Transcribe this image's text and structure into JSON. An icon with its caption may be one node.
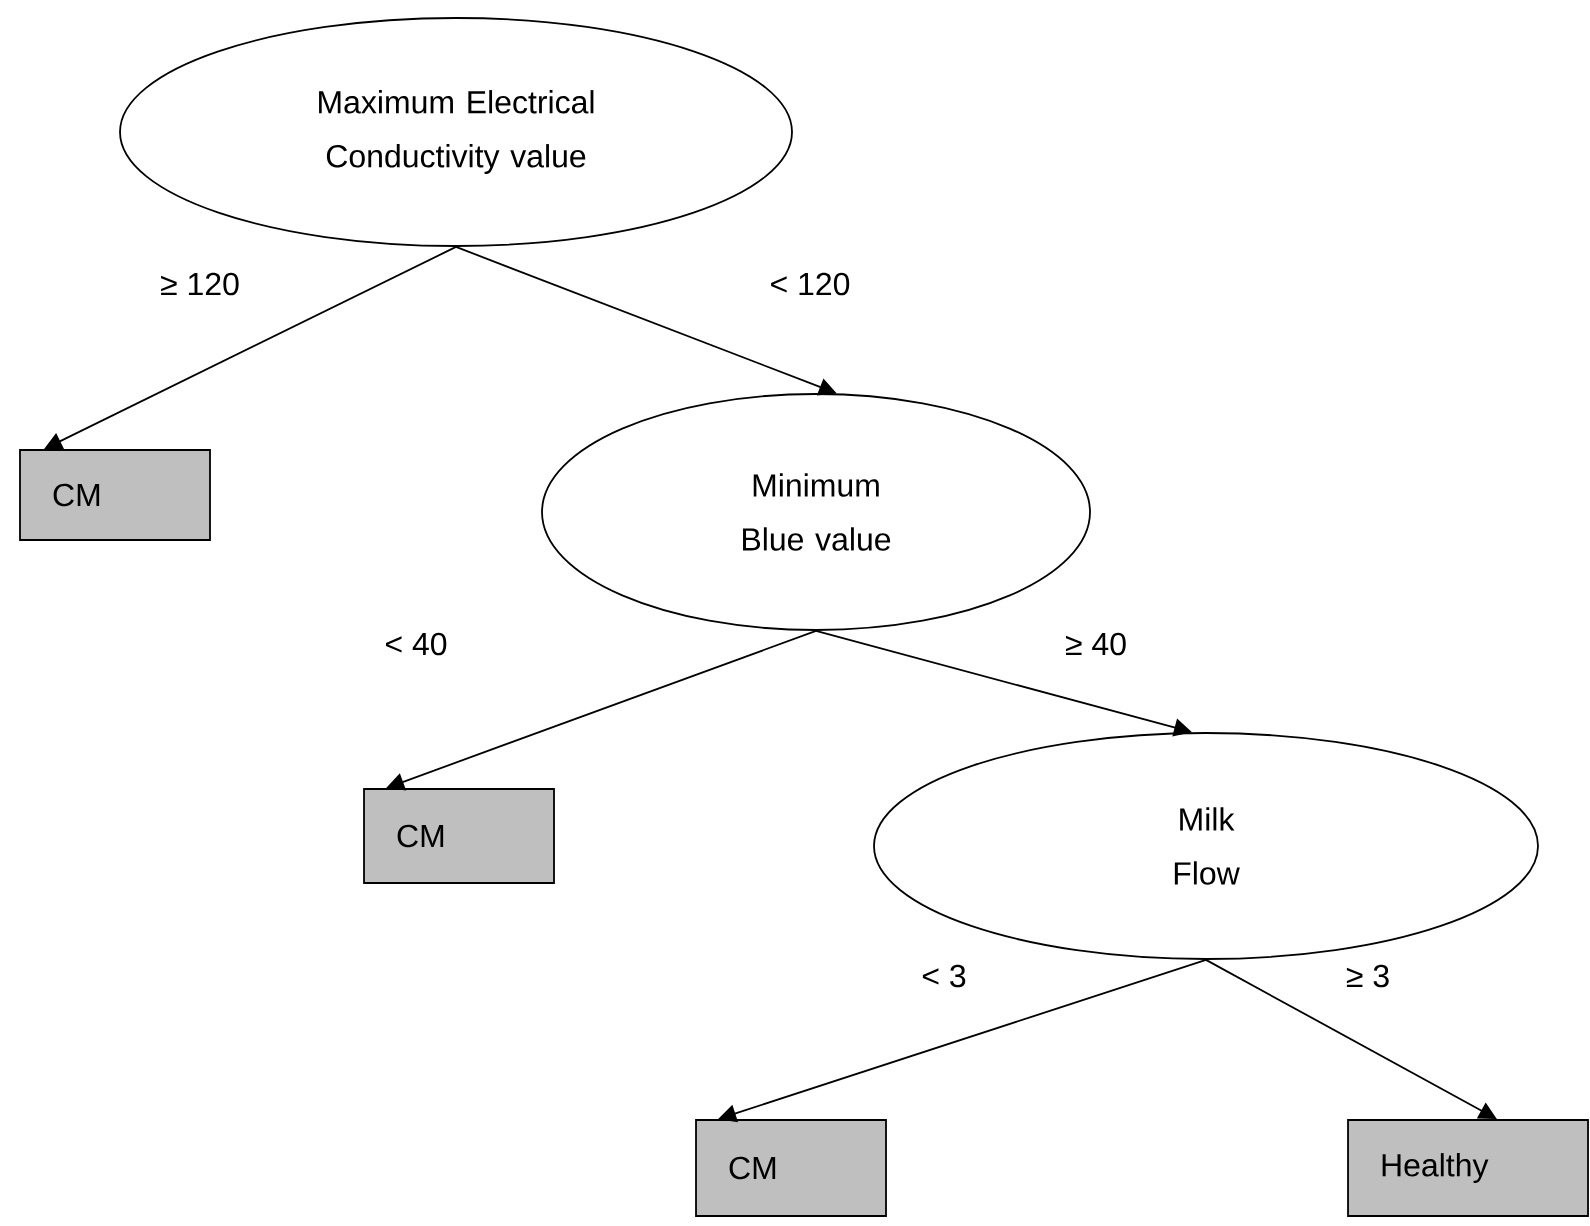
{
  "diagram": {
    "nodes": [
      {
        "text": [
          "Maximum Electrical Conductivity value"
        ]
      },
      {
        "text": [
          "CM"
        ]
      },
      {
        "text": [
          "Minimum Blue value"
        ]
      },
      {
        "text": [
          "CM"
        ]
      },
      {
        "text": [
          "Milk Flow"
        ]
      },
      {
        "text": [
          "CM"
        ]
      },
      {
        "text": [
          "Healthy"
        ]
      }
    ],
    "edges": [
      {
        "from": 0,
        "to": 1,
        "arrow": "to",
        "label": "≥ 120"
      },
      {
        "from": 0,
        "to": 2,
        "arrow": "to",
        "label": "< 120"
      },
      {
        "from": 2,
        "to": 3,
        "arrow": "to",
        "label": "< 40"
      },
      {
        "from": 2,
        "to": 4,
        "arrow": "to",
        "label": "≥ 40"
      },
      {
        "from": 4,
        "to": 5,
        "arrow": "to",
        "label": "< 3"
      },
      {
        "from": 4,
        "to": 6,
        "arrow": "to",
        "label": "≥ 3"
      }
    ]
  }
}
